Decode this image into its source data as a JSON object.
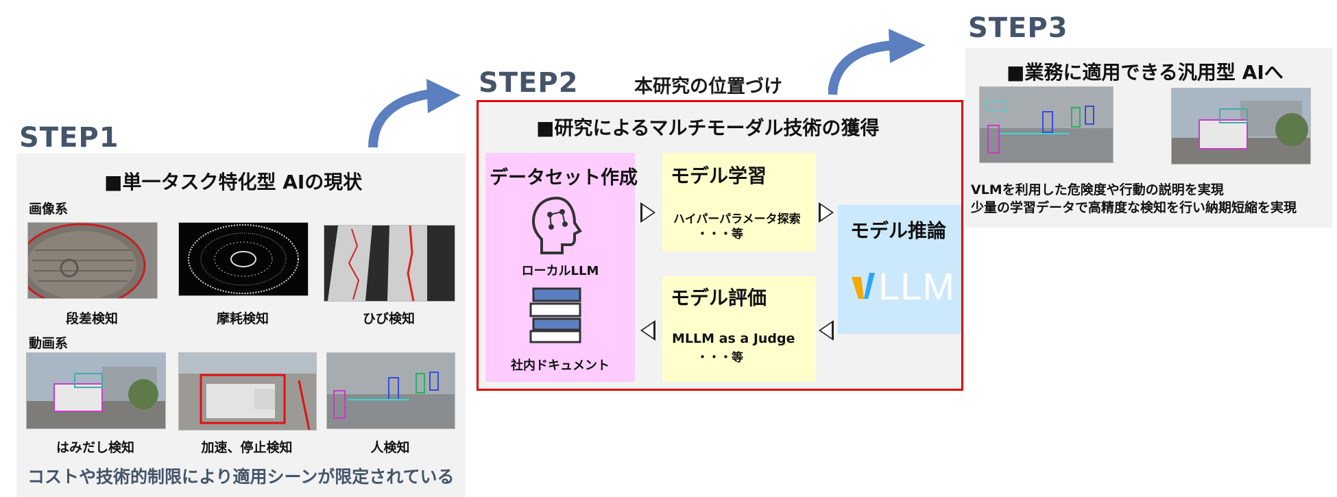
{
  "step1": {
    "label": "STEP1",
    "title": "■単一タスク特化型 AIの現状",
    "image_category": "画像系",
    "video_category": "動画系",
    "image_captions": [
      "段差検知",
      "摩耗検知",
      "ひび検知"
    ],
    "video_captions": [
      "はみだし検知",
      "加速、停止検知",
      "人検知"
    ],
    "footer": "コストや技術的制限により適用シーンが限定されている"
  },
  "step2": {
    "label": "STEP2",
    "positioning": "本研究の位置づけ",
    "title": "■研究によるマルチモーダル技術の獲得",
    "dataset": {
      "title": "データセット作成",
      "local_llm": "ローカルLLM",
      "internal_docs": "社内ドキュメント"
    },
    "training": {
      "title": "モデル学習",
      "line1": "ハイパーパラメータ探索",
      "line2": "・・・等"
    },
    "evaluation": {
      "title": "モデル評価",
      "line1": "MLLM as a Judge",
      "line2": "・・・等"
    },
    "inference": {
      "title": "モデル推論",
      "logo_text": "LLM"
    }
  },
  "step3": {
    "label": "STEP3",
    "title": "■業務に適用できる汎用型 AIへ",
    "line1": "VLMを利用した危険度や行動の説明を実現",
    "line2": "少量の学習データで高精度な検知を行い納期短縮を実現"
  },
  "colors": {
    "step_label": "#44546a",
    "arrow": "#5b7fbf",
    "red_frame": "#e00000",
    "yellow_box": "#ffffcc",
    "pink_box": "#ffccff",
    "blue_box": "#cce9fb",
    "footer_text": "#44546a"
  }
}
